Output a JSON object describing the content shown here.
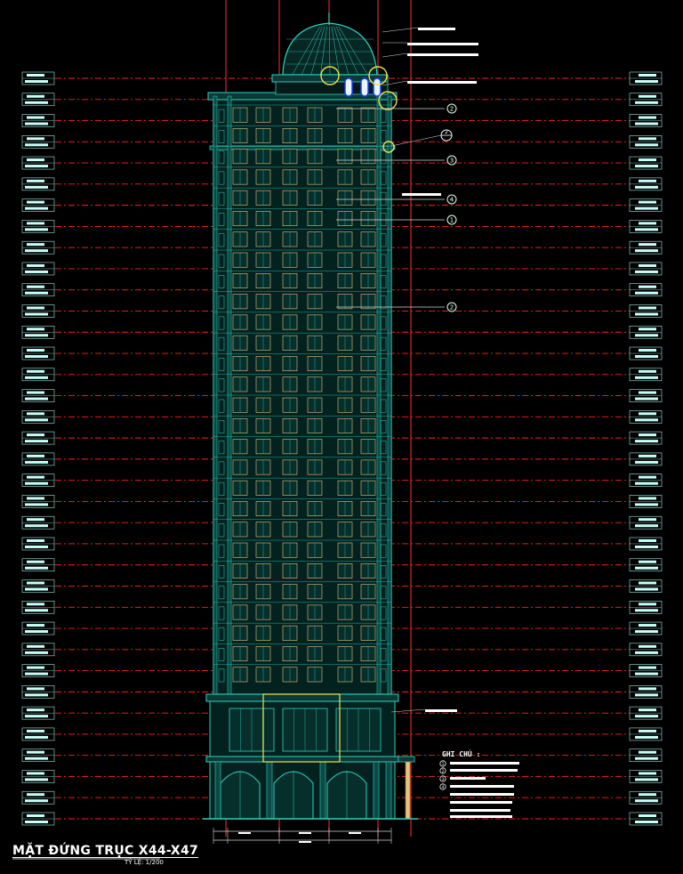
{
  "title": "MẶT ĐỨNG TRỤC X44-X47",
  "scale_label": "TỶ LỆ: 1/200",
  "legend_title": "GHI CHÚ :",
  "legend_markers": [
    "1",
    "2",
    "3",
    "4"
  ],
  "callout_markers": [
    "2",
    "3",
    "4",
    "1",
    "2"
  ],
  "section_marker": "2",
  "floor_level_count": 36,
  "colors": {
    "background": "#000000",
    "level_line": "#ff2020",
    "grid_axis": "#ff3030",
    "building": "#2fd1c0",
    "window_frame": "#e6c27a",
    "highlight": "#f0e04a",
    "label": "#ffffff"
  }
}
